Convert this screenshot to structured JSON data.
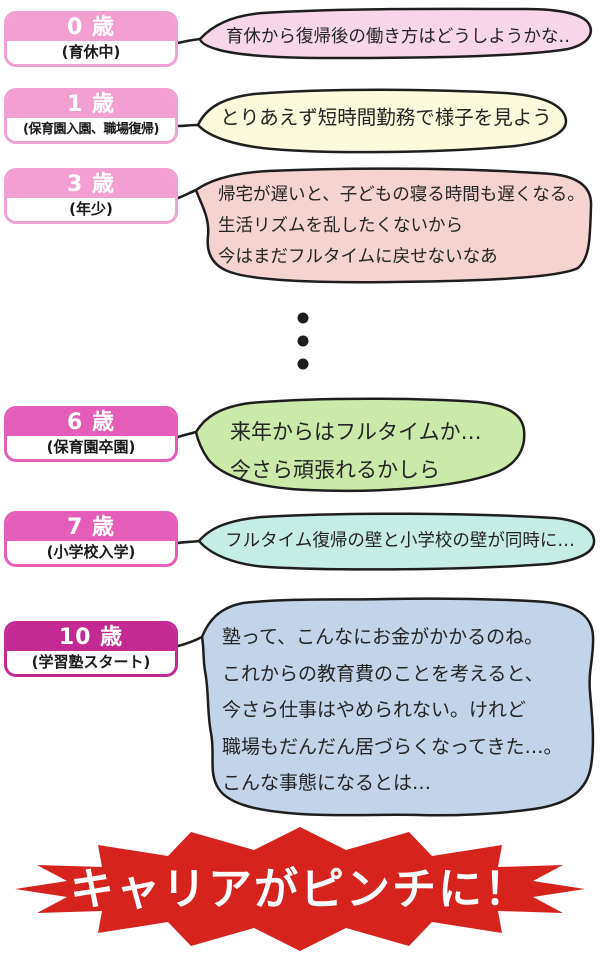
{
  "timeline": [
    {
      "age": "0 歳",
      "note": "(育休中)",
      "color": "#F2A0D1"
    },
    {
      "age": "1 歳",
      "note": "(保育園入園、職場復帰)",
      "color": "#F2A0D1"
    },
    {
      "age": "3 歳",
      "note": "(年少)",
      "color": "#F2A0D1"
    },
    {
      "age": "6 歳",
      "note": "(保育園卒園)",
      "color": "#E45DB9"
    },
    {
      "age": "7 歳",
      "note": "(小学校入学)",
      "color": "#E45DB9"
    },
    {
      "age": "10 歳",
      "note": "(学習塾スタート)",
      "color": "#C32A94"
    }
  ],
  "bubbles": [
    {
      "fill": "#F8D6EA",
      "lines": [
        "育休から復帰後の働き方はどうしようかな‥"
      ]
    },
    {
      "fill": "#FCFADC",
      "lines": [
        "とりあえず短時間勤務で様子を見よう"
      ]
    },
    {
      "fill": "#F5D3D1",
      "lines": [
        "帰宅が遅いと、子どもの寝る時間も遅くなる。",
        "生活リズムを乱したくないから",
        "今はまだフルタイムに戻せないなあ"
      ]
    },
    {
      "fill": "#CBE9A8",
      "lines": [
        "来年からはフルタイムか…",
        "今さら頑張れるかしら"
      ]
    },
    {
      "fill": "#C6ECE6",
      "lines": [
        "フルタイム復帰の壁と小学校の壁が同時に…"
      ]
    },
    {
      "fill": "#C3D3E8",
      "lines": [
        "塾って、こんなにお金がかかるのね。",
        "これからの教育費のことを考えると、",
        "今さら仕事はやめられない。けれど",
        "職場もだんだん居づらくなってきた…。",
        "こんな事態になるとは…"
      ]
    }
  ],
  "separator": {
    "style": "vertical-dots",
    "count": 3,
    "color": "#1E1E1E"
  },
  "conclusion": {
    "text": "キャリアがピンチに！",
    "bg": "#D6231E",
    "text_color": "#FFFFFF"
  }
}
